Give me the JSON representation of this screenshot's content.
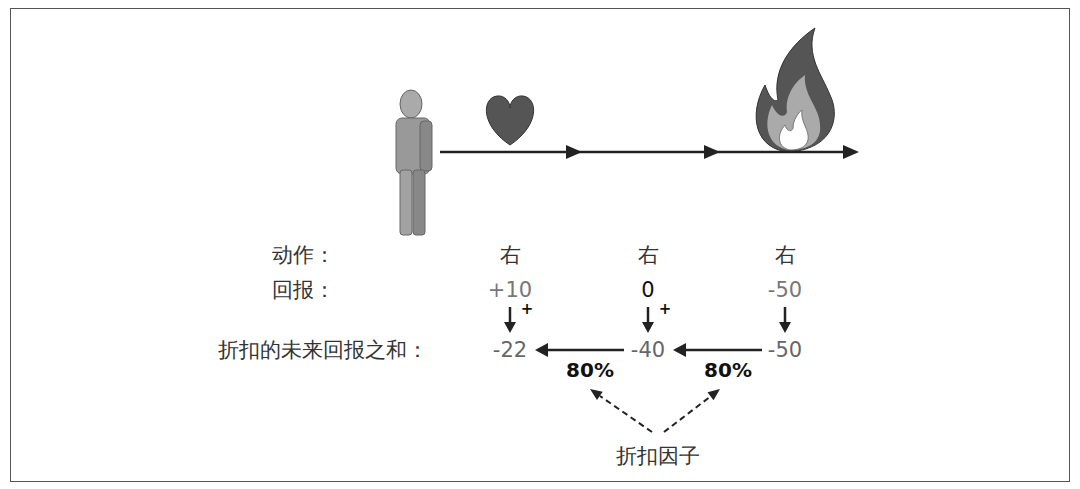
{
  "diagram": {
    "labels": [
      "动作：",
      "右",
      "右",
      "右",
      "回报：",
      "+10",
      "0",
      "-50",
      "+",
      "+",
      "折扣的未来回报之和：",
      "-22",
      "-40",
      "-50",
      "80%",
      "80%",
      "折扣因子"
    ]
  }
}
